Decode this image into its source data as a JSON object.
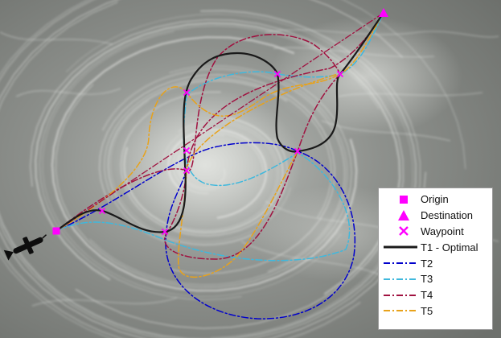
{
  "legend": {
    "items": [
      {
        "label": "Origin",
        "kind": "marker",
        "shape": "square",
        "color": "#ff00ff"
      },
      {
        "label": "Destination",
        "kind": "marker",
        "shape": "triangle",
        "color": "#ff00ff"
      },
      {
        "label": "Waypoint",
        "kind": "marker",
        "shape": "x",
        "color": "#ff00ff"
      },
      {
        "label": "T1 - Optimal",
        "kind": "line",
        "style": "solid",
        "color": "#1a1a1a"
      },
      {
        "label": "T2",
        "kind": "line",
        "style": "dashdot",
        "color": "#0000cc"
      },
      {
        "label": "T3",
        "kind": "line",
        "style": "dashdot",
        "color": "#3fb8dd"
      },
      {
        "label": "T4",
        "kind": "line",
        "style": "dashdot",
        "color": "#a01240"
      },
      {
        "label": "T5",
        "kind": "line",
        "style": "dashdot",
        "color": "#e8a21a"
      }
    ]
  },
  "icons": {
    "vehicle": "underwater-glider-icon"
  }
}
